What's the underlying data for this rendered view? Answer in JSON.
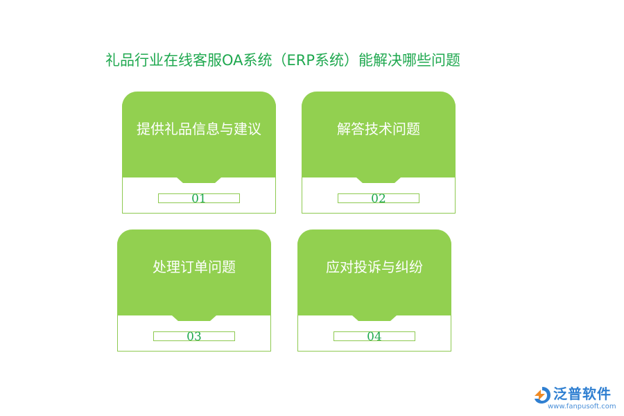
{
  "title": "礼品行业在线客服OA系统（ERP系统）能解决哪些问题",
  "colors": {
    "title": "#1fa84f",
    "card_fill": "#92d050",
    "card_border": "#8dc94f",
    "brand": "#2f7fd1"
  },
  "cards": [
    {
      "label": "提供礼品信息与建议",
      "number": "01"
    },
    {
      "label": "解答技术问题",
      "number": "02"
    },
    {
      "label": "处理订单问题",
      "number": "03"
    },
    {
      "label": "应对投诉与纠纷",
      "number": "04"
    }
  ],
  "logo": {
    "brand": "泛普软件",
    "url": "www.fanpusoft.com",
    "icon": "fanpu-logo-icon"
  }
}
